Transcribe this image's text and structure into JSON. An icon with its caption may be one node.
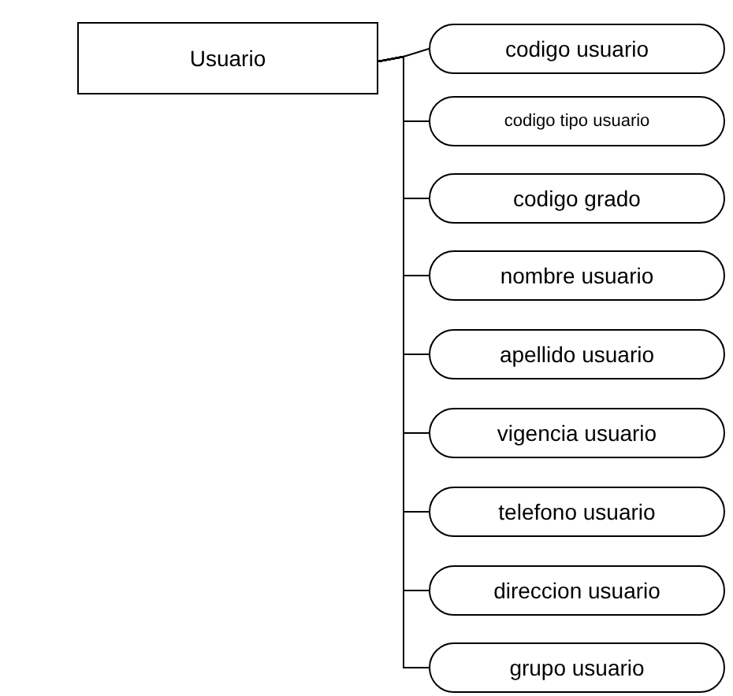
{
  "diagram": {
    "nodes": [
      {
        "text": [
          "Usuario"
        ]
      },
      {
        "text": [
          "codigo usuario"
        ]
      },
      {
        "text": [
          "codigo tipo usuario"
        ]
      },
      {
        "text": [
          "codigo grado"
        ]
      },
      {
        "text": [
          "nombre usuario"
        ]
      },
      {
        "text": [
          "apellido usuario"
        ]
      },
      {
        "text": [
          "vigencia usuario"
        ]
      },
      {
        "text": [
          "telefono usuario"
        ]
      },
      {
        "text": [
          "direccion usuario"
        ]
      },
      {
        "text": [
          "grupo usuario"
        ]
      }
    ],
    "edges": [
      {
        "from": 0,
        "to": 1,
        "arrow": "none"
      },
      {
        "from": 0,
        "to": 2,
        "arrow": "none"
      },
      {
        "from": 0,
        "to": 3,
        "arrow": "none"
      },
      {
        "from": 0,
        "to": 4,
        "arrow": "none"
      },
      {
        "from": 0,
        "to": 5,
        "arrow": "none"
      },
      {
        "from": 0,
        "to": 6,
        "arrow": "none"
      },
      {
        "from": 0,
        "to": 7,
        "arrow": "none"
      },
      {
        "from": 0,
        "to": 8,
        "arrow": "none"
      },
      {
        "from": 0,
        "to": 9,
        "arrow": "none"
      }
    ]
  }
}
